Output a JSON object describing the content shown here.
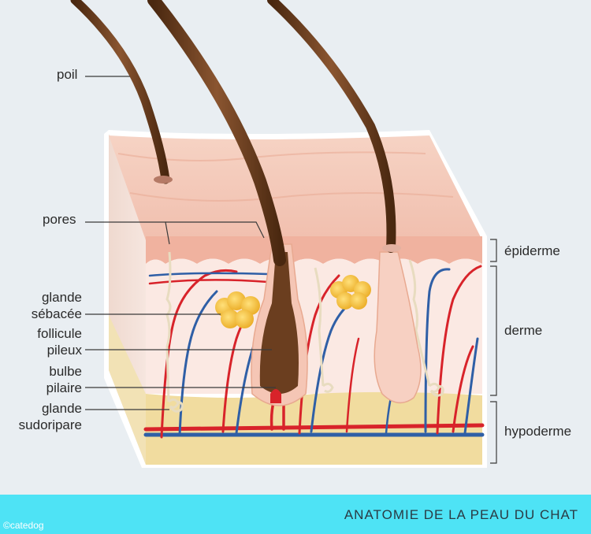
{
  "labels": {
    "poil": "poil",
    "pores": "pores",
    "glande_sebacee_1": "glande",
    "glande_sebacee_2": "sébacée",
    "follicule_1": "follicule",
    "follicule_2": "pileux",
    "bulbe_1": "bulbe",
    "bulbe_2": "pilaire",
    "glande_sudoripare_1": "glande",
    "glande_sudoripare_2": "sudoripare",
    "epiderme": "épiderme",
    "derme": "derme",
    "hypoderme": "hypoderme"
  },
  "footer": {
    "title": "ANATOMIE DE LA PEAU DU CHAT",
    "copyright": "©catedog"
  },
  "colors": {
    "background": "#e9eef2",
    "footer": "#4ee3f5",
    "skin_top": "#f4c9b8",
    "epidermis": "#f2b8a6",
    "dermis": "#fbe7e2",
    "hypodermis": "#f0dc9e",
    "hair": "#6b3e1f",
    "artery": "#d8232a",
    "vein": "#2f5fa6",
    "gland": "#f6c23a"
  }
}
